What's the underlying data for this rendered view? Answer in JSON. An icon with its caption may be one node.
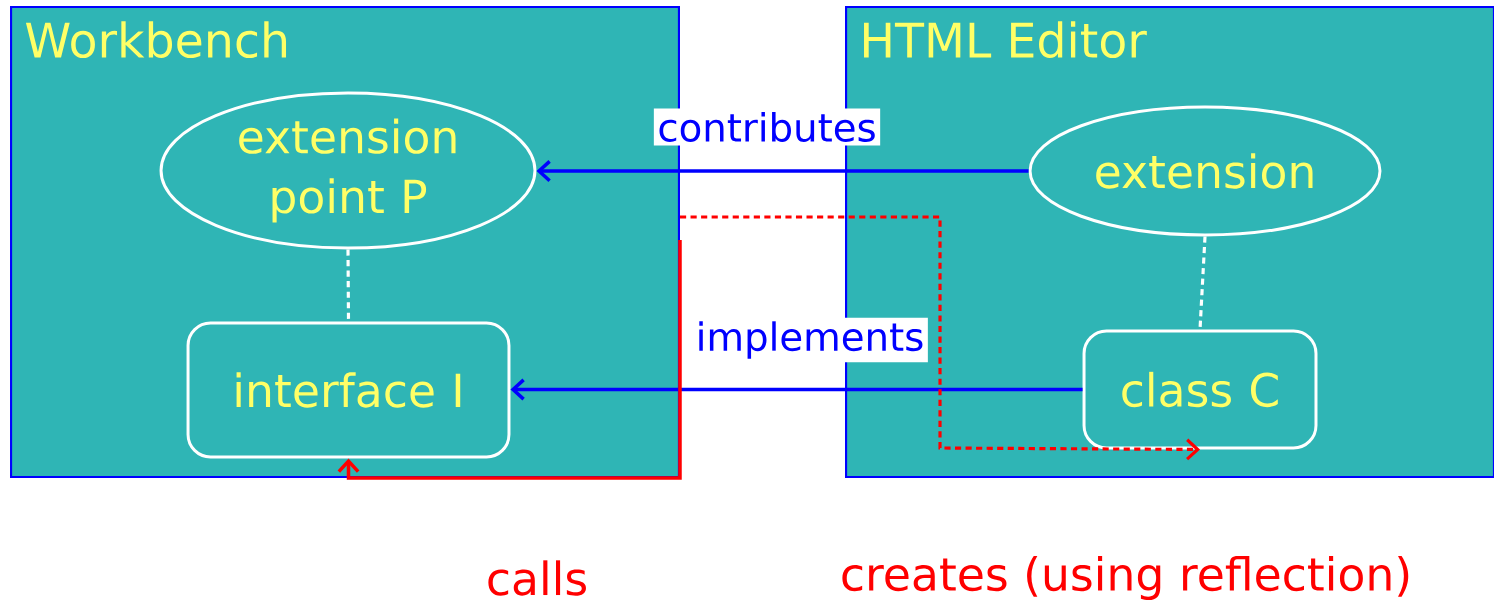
{
  "diagram": {
    "nodes": [
      {
        "text": [
          "Workbench"
        ]
      },
      {
        "text": [
          "extension point P"
        ],
        "in": 0
      },
      {
        "text": [
          "interface I"
        ],
        "in": 0
      },
      {
        "text": [
          "HTML Editor"
        ]
      },
      {
        "text": [
          "extension"
        ],
        "in": 3
      },
      {
        "text": [
          "class C"
        ],
        "in": 3
      }
    ],
    "edges": [
      {
        "from": 4,
        "to": 1,
        "arrow": "to",
        "label": "contributes",
        "color": "#0000ff"
      },
      {
        "from": 5,
        "to": 2,
        "arrow": "to",
        "label": "implements",
        "color": "#0000ff"
      },
      {
        "from": 1,
        "to": 2,
        "arrow": "none",
        "style": "dashed",
        "color": "#ffffff"
      },
      {
        "from": 4,
        "to": 5,
        "arrow": "none",
        "style": "dashed",
        "color": "#ffffff"
      },
      {
        "from": 0,
        "to": 5,
        "arrow": "to",
        "style": "dashed",
        "color": "#ff0000"
      },
      {
        "from": 0,
        "to": 2,
        "arrow": "to",
        "color": "#ff0000"
      }
    ],
    "labels": [
      "calls",
      "creates (using reflection)"
    ]
  }
}
